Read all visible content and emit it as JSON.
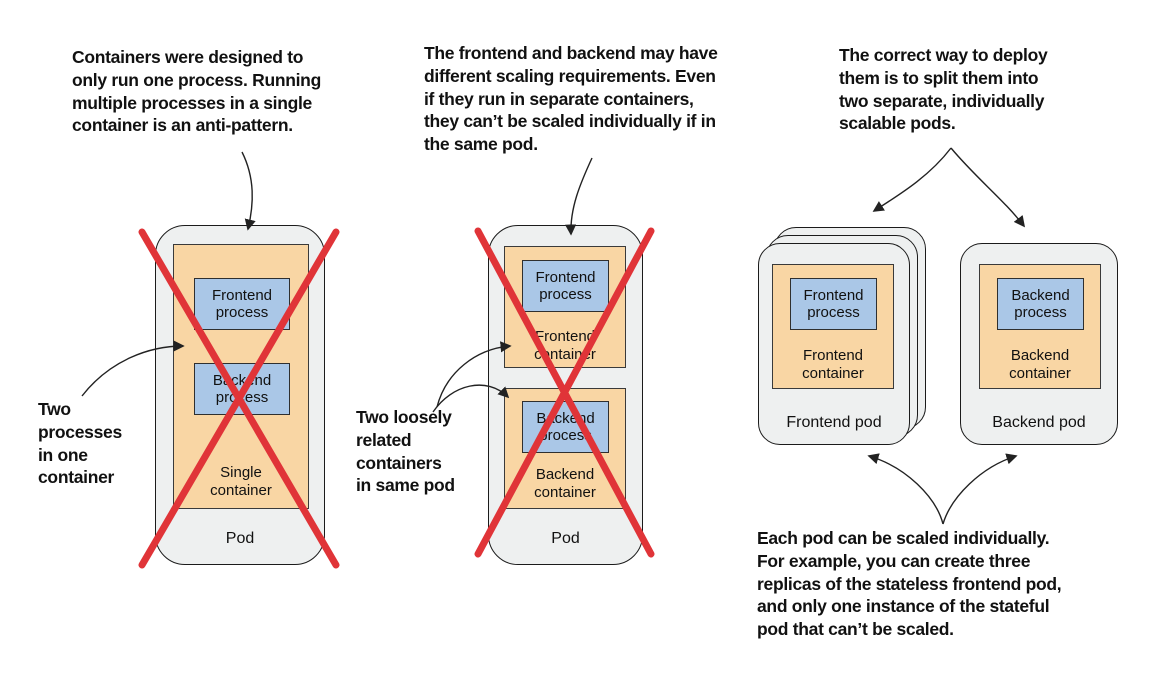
{
  "annotations": {
    "anti_pattern": "Containers were designed to\nonly run one process. Running\nmultiple processes in a single\ncontainer is an anti-pattern.",
    "scaling_requirements": "The frontend and backend may have\ndifferent scaling requirements. Even\nif they run in separate containers,\nthey can’t be scaled individually if in\nthe same pod.",
    "correct_way": "The correct way to deploy\nthem is to split them into\ntwo separate, individually\nscalable pods.",
    "two_processes": "Two\nprocesses\nin one\ncontainer",
    "two_loosely": "Two loosely\nrelated\ncontainers\nin same pod",
    "scaled_individually": "Each pod can be scaled individually.\nFor example, you can create three\nreplicas of the stateless frontend pod,\nand only one instance of the stateful\npod that can’t be scaled."
  },
  "pods": {
    "single": {
      "pod_label": "Pod",
      "container_label": "Single\ncontainer",
      "processes": [
        "Frontend\nprocess",
        "Backend\nprocess"
      ]
    },
    "two_containers": {
      "pod_label": "Pod",
      "frontend": {
        "container_label": "Frontend\ncontainer",
        "process": "Frontend\nprocess"
      },
      "backend": {
        "container_label": "Backend\ncontainer",
        "process": "Backend\nprocess"
      }
    },
    "frontend": {
      "pod_label": "Frontend pod",
      "container_label": "Frontend\ncontainer",
      "process": "Frontend\nprocess"
    },
    "backend": {
      "pod_label": "Backend pod",
      "container_label": "Backend\ncontainer",
      "process": "Backend\nprocess"
    }
  },
  "colors": {
    "ink": "#111111",
    "arrow": "#222222",
    "cross": "#e03438",
    "pod_fill": "#eef0f0",
    "pod_border": "#1b1b1b",
    "container_fill": "#f9d6a4",
    "container_border": "#3a3a3a",
    "process_fill": "#aac7e7",
    "process_border": "#2f2f2f"
  }
}
